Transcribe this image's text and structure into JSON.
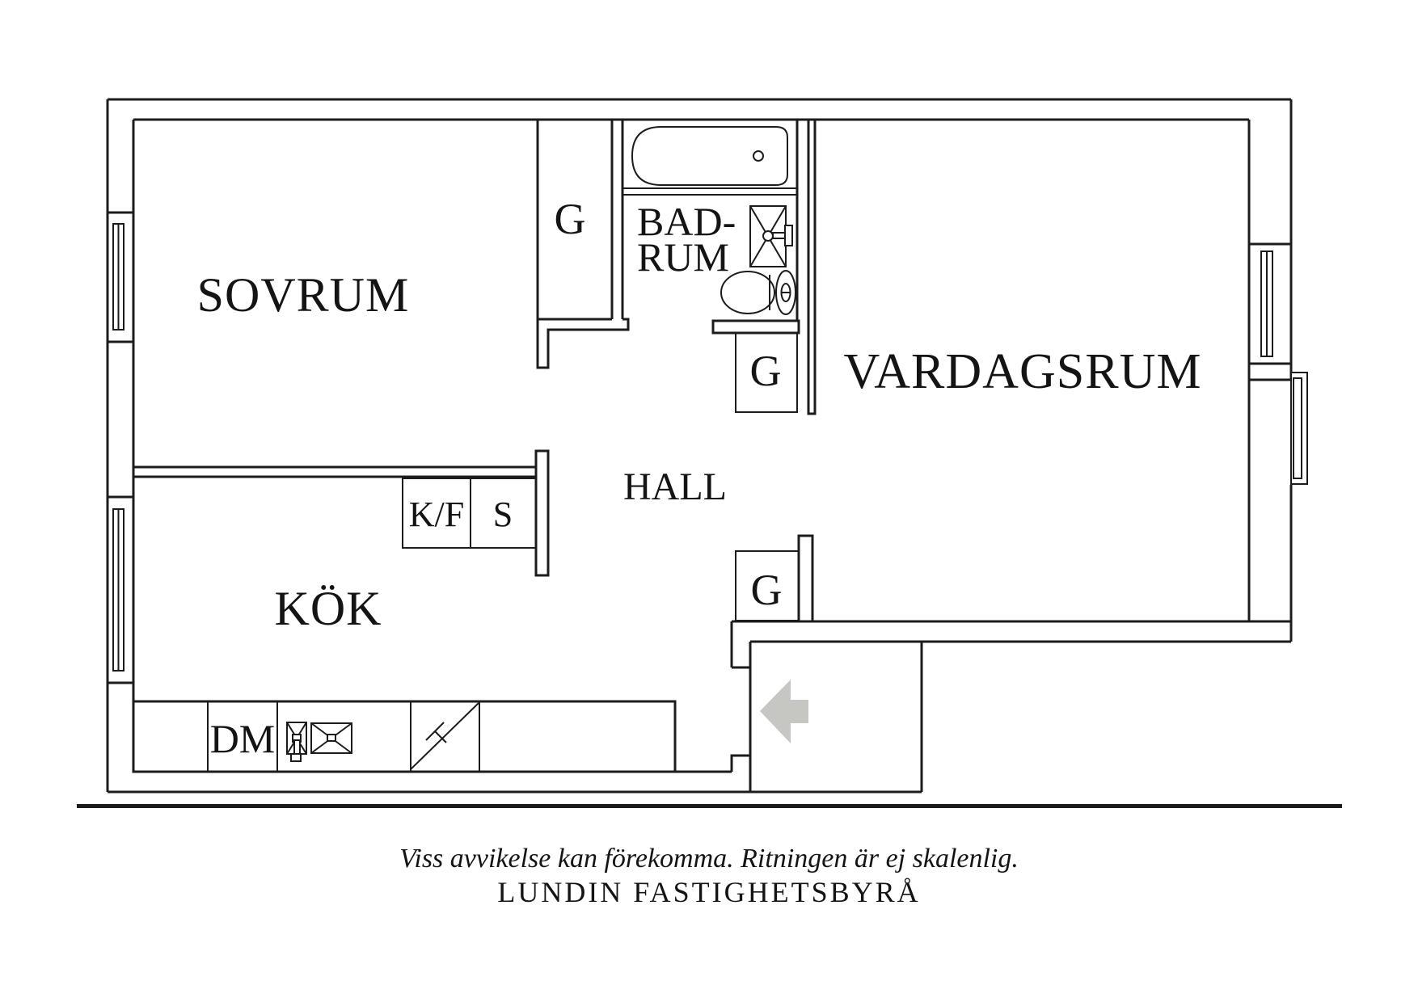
{
  "plan_title": "apartment-floor-plan",
  "rooms": {
    "sovrum": "SOVRUM",
    "kok": "KÖK",
    "hall": "HALL",
    "vardagsrum": "VARDAGSRUM",
    "badrum_line1": "BAD-",
    "badrum_line2": "RUM"
  },
  "closets": {
    "sovrum_g": "G",
    "badrum_g": "G",
    "hall_g": "G"
  },
  "kitchen": {
    "dishwasher": "DM",
    "fridge_freezer": "K/F",
    "pantry": "S"
  },
  "fixtures": [
    "bathtub-icon",
    "shower-icon",
    "toilet-icon",
    "sink-icon",
    "stove-icon",
    "window-icon",
    "balcony-door-icon",
    "entry-direction-arrow-icon"
  ],
  "footer": {
    "disclaimer": "Viss avvikelse kan förekomma. Ritningen är ej skalenlig.",
    "agency": "LUNDIN FASTIGHETSBYRÅ"
  },
  "colors": {
    "line": "#1c1c1c",
    "entry_arrow": "#c6c6c3",
    "background": "#ffffff"
  }
}
